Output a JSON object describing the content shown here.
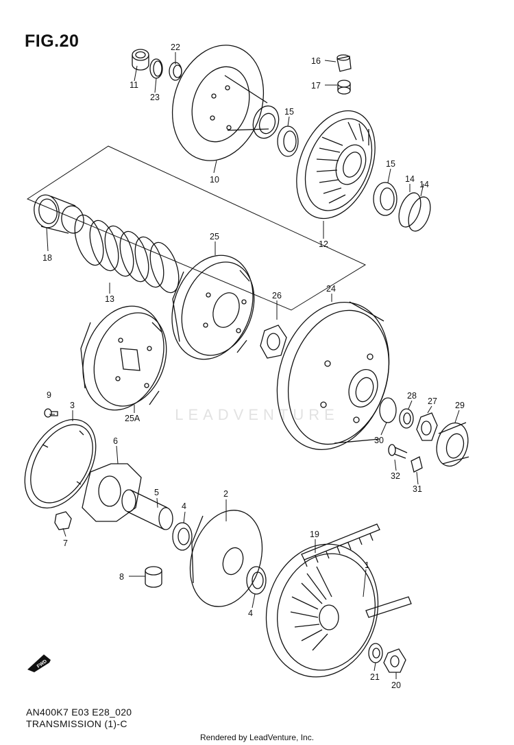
{
  "figure": {
    "title": "FIG.20",
    "model_code": "AN400K7 E03 E28_020",
    "section": "TRANSMISSION (1)-C"
  },
  "footer": "Rendered by LeadVenture, Inc.",
  "watermark": "LEADVENTURE",
  "fwd_label": "FWD",
  "callouts": [
    {
      "id": "c22",
      "label": "22"
    },
    {
      "id": "c11",
      "label": "11"
    },
    {
      "id": "c23",
      "label": "23"
    },
    {
      "id": "c10",
      "label": "10"
    },
    {
      "id": "c16",
      "label": "16"
    },
    {
      "id": "c17",
      "label": "17"
    },
    {
      "id": "c15a",
      "label": "15"
    },
    {
      "id": "c15b",
      "label": "15"
    },
    {
      "id": "c14a",
      "label": "14"
    },
    {
      "id": "c14b",
      "label": "14"
    },
    {
      "id": "c12",
      "label": "12"
    },
    {
      "id": "c18",
      "label": "18"
    },
    {
      "id": "c13",
      "label": "13"
    },
    {
      "id": "c25",
      "label": "25"
    },
    {
      "id": "c26",
      "label": "26"
    },
    {
      "id": "c24",
      "label": "24"
    },
    {
      "id": "c25a",
      "label": "25A"
    },
    {
      "id": "c9",
      "label": "9"
    },
    {
      "id": "c3",
      "label": "3"
    },
    {
      "id": "c28",
      "label": "28"
    },
    {
      "id": "c27",
      "label": "27"
    },
    {
      "id": "c29",
      "label": "29"
    },
    {
      "id": "c30",
      "label": "30"
    },
    {
      "id": "c32",
      "label": "32"
    },
    {
      "id": "c31",
      "label": "31"
    },
    {
      "id": "c6",
      "label": "6"
    },
    {
      "id": "c5",
      "label": "5"
    },
    {
      "id": "c4a",
      "label": "4"
    },
    {
      "id": "c2",
      "label": "2"
    },
    {
      "id": "c7",
      "label": "7"
    },
    {
      "id": "c8",
      "label": "8"
    },
    {
      "id": "c4b",
      "label": "4"
    },
    {
      "id": "c19",
      "label": "19"
    },
    {
      "id": "c1",
      "label": "1"
    },
    {
      "id": "c21",
      "label": "21"
    },
    {
      "id": "c20",
      "label": "20"
    }
  ]
}
